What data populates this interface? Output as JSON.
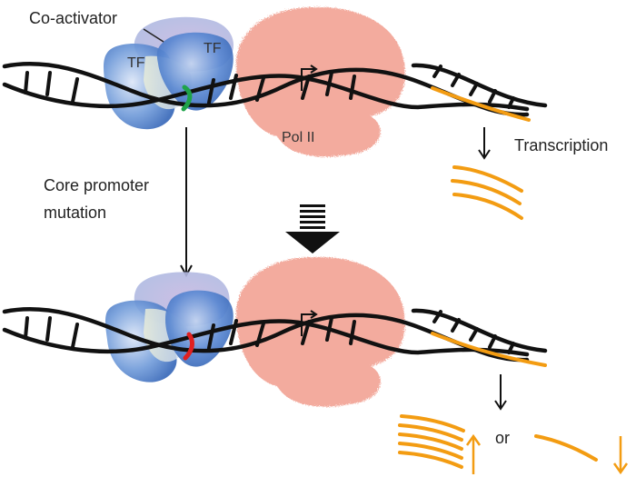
{
  "labels": {
    "coactivator": "Co-activator",
    "tf": "TF",
    "pol2": "Pol II",
    "transcription": "Transcription",
    "mutation_line1": "Core promoter",
    "mutation_line2": "mutation",
    "or": "or"
  },
  "colors": {
    "dna": "#111111",
    "mrna": "#f39c12",
    "polymerase": "#f2a293",
    "tf": "#4a7fd0",
    "coactivator": "#b9a6d6",
    "core_promoter_normal": "#1fa34a",
    "core_promoter_mutant": "#e02020",
    "text": "#222222"
  },
  "icons": [
    "tss-arrow-icon",
    "block-down-arrow-icon",
    "up-arrow-icon",
    "down-arrow-icon"
  ]
}
